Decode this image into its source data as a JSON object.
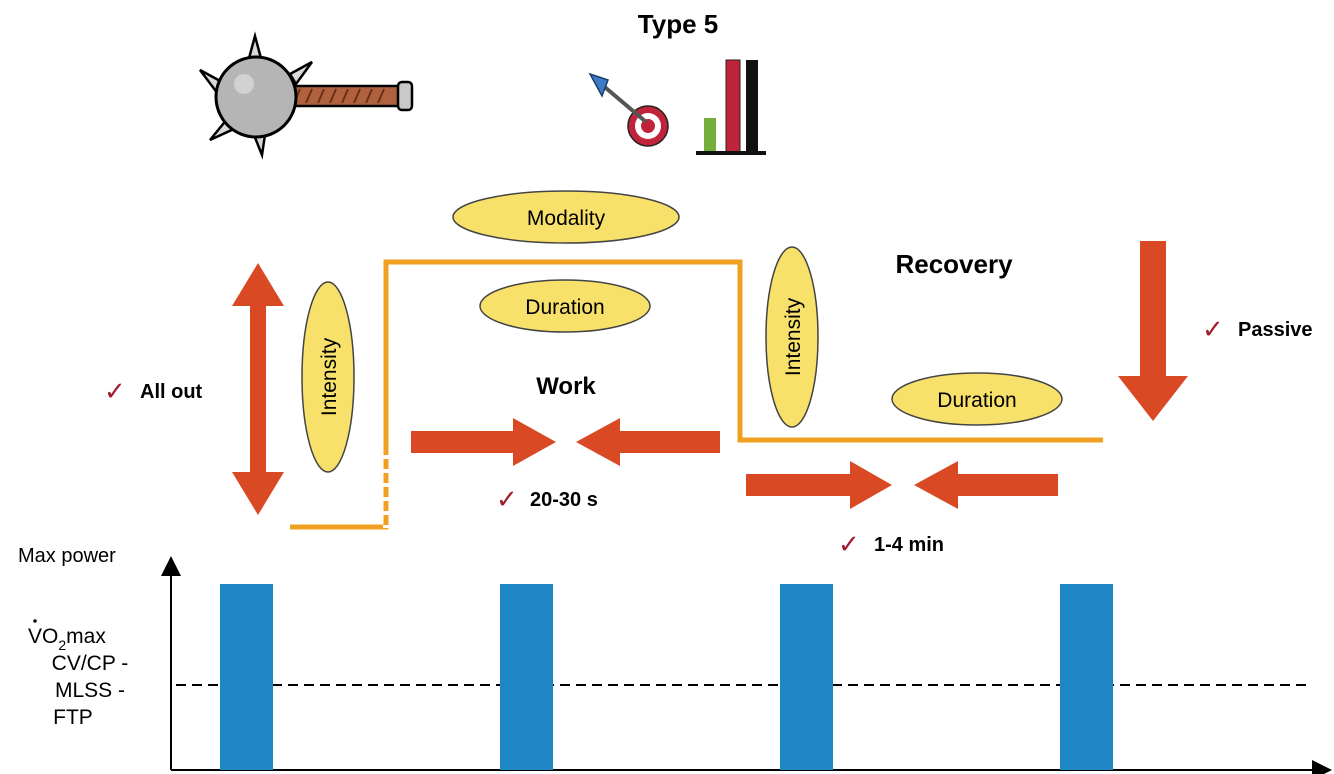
{
  "title": "Type 5",
  "labels": {
    "modality": "Modality",
    "duration_work": "Duration",
    "duration_recovery": "Duration",
    "intensity_work": "Intensity",
    "intensity_recovery": "Intensity",
    "work": "Work",
    "recovery": "Recovery",
    "all_out": "All out",
    "passive": "Passive",
    "work_time": "20-30 s",
    "recovery_time": "1-4 min",
    "check_mark": "✓"
  },
  "axis": {
    "max_power": "Max power",
    "vo2_v": "V",
    "vo2_o": "O",
    "vo2_sub": "2",
    "vo2_max": "max",
    "cv_cp": "CV/CP -",
    "mlss": "MLSS -",
    "ftp": "FTP"
  },
  "colors": {
    "arrow": "#d94a24",
    "profile_line": "#f0a020",
    "ellipse_fill": "#f7e16b",
    "bar": "#1f86c6",
    "check": "#a01c2e"
  },
  "icons": [
    "spiked-mace-icon",
    "dart-target-icon",
    "bar-chart-icon"
  ],
  "intervals": {
    "work_bouts": 4,
    "intensity_level": "Max power",
    "threshold_line": "CV/CP - MLSS - FTP"
  }
}
